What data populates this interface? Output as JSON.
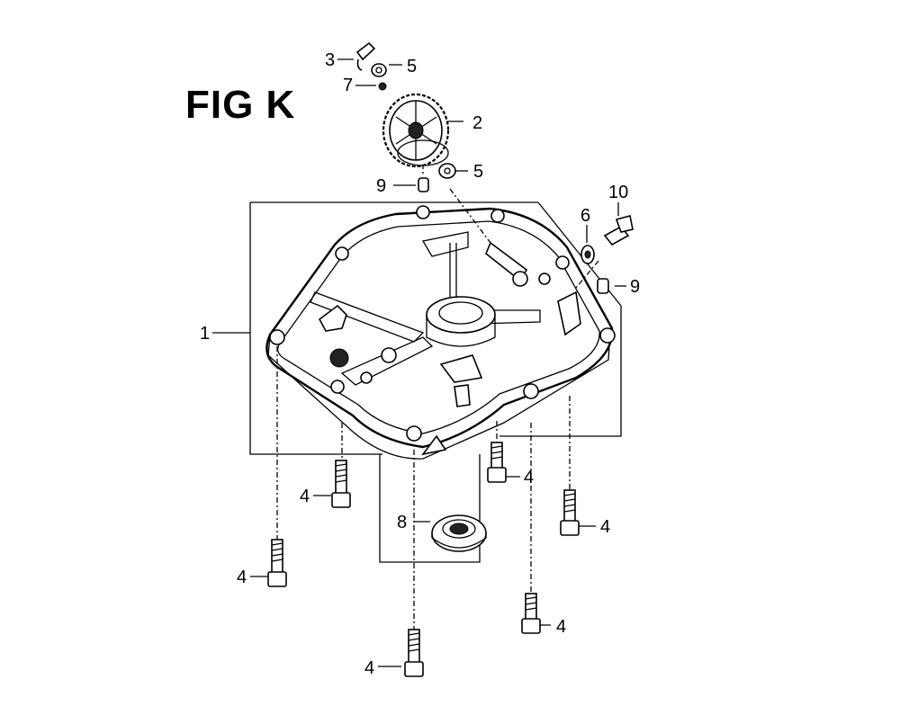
{
  "figure": {
    "title": "FIG K"
  },
  "callouts": {
    "c1": "1",
    "c2": "2",
    "c3": "3",
    "c4a": "4",
    "c4b": "4",
    "c4c": "4",
    "c4d": "4",
    "c4e": "4",
    "c4f": "4",
    "c5a": "5",
    "c5b": "5",
    "c6": "6",
    "c7": "7",
    "c8": "8",
    "c9a": "9",
    "c9b": "9",
    "c10": "10"
  }
}
